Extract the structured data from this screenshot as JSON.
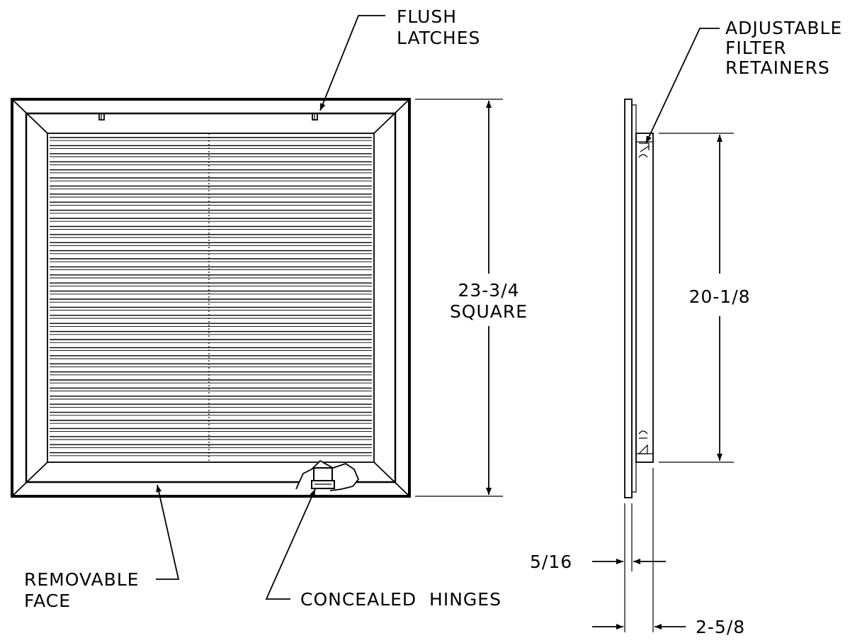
{
  "labels": {
    "flush_latches": [
      "FLUSH",
      "LATCHES"
    ],
    "adjustable_retainers": [
      "ADJUSTABLE",
      "FILTER",
      "RETAINERS"
    ],
    "overall_size": [
      "23-3/4",
      "SQUARE"
    ],
    "filter_height": "20-1/8",
    "removable_face": [
      "REMOVABLE",
      "FACE"
    ],
    "concealed_hinges": "CONCEALED  HINGES",
    "flange_thickness": "5/16",
    "overall_depth": "2-5/8"
  }
}
